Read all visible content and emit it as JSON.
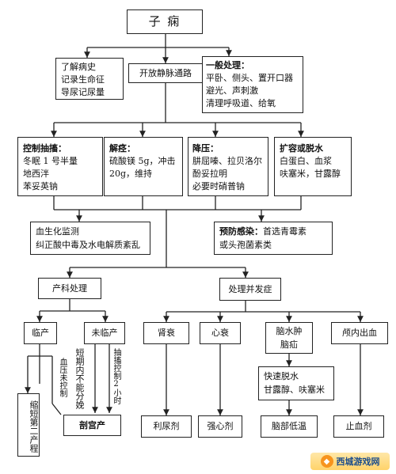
{
  "title": "子 痫",
  "history": {
    "lines": [
      "了解病史",
      "记录生命征",
      "导尿记尿量"
    ]
  },
  "iv": {
    "label": "开放静脉通路"
  },
  "general": {
    "heading": "一般处理：",
    "lines": [
      "平卧、侧头、置开口器",
      "避光、声刺激",
      "清理呼吸道、给氧"
    ]
  },
  "convulsion": {
    "heading": "控制抽搐：",
    "lines": [
      "冬眠 1 号半量",
      "地西泮",
      "苯妥英钠"
    ]
  },
  "spasm": {
    "heading": "解痉：",
    "text_a": "硫酸镁 5g，冲击",
    "text_b": "20g，维持"
  },
  "bp": {
    "heading": "降压：",
    "lines": [
      "肼屈嗪、拉贝洛尔",
      "酚妥拉明",
      "必要时硝普钠"
    ]
  },
  "volume": {
    "heading": "扩容或脱水",
    "lines": [
      "白蛋白、血浆",
      "呋塞米，甘露醇"
    ]
  },
  "biochem": {
    "lines": [
      "血生化监测",
      "纠正酸中毒及水电解质紊乱"
    ]
  },
  "infection": {
    "heading": "预防感染：",
    "text_a": "首选青霉素",
    "text_b": "或头孢菌素类"
  },
  "obstetric": {
    "label": "产科处理"
  },
  "complication": {
    "label": "处理并发症"
  },
  "labor": {
    "label": "临产"
  },
  "not_labor": {
    "label": "未临产"
  },
  "bp_uncontrolled": {
    "label": "血压未控制"
  },
  "shorten": {
    "label": "缩短第二产程"
  },
  "cannot_deliver": {
    "label": "短期内不能分娩"
  },
  "seizure_control": {
    "label": "抽搐控制2小时"
  },
  "cesarean": {
    "label": "剖宫产"
  },
  "renal": {
    "label": "肾衰",
    "treat": "利尿剂"
  },
  "heart": {
    "label": "心衰",
    "treat": "强心剂"
  },
  "brain": {
    "label_a": "脑水肿",
    "label_b": "脑疝",
    "treat": "脑部低温"
  },
  "dehydrate": {
    "lines": [
      "快速脱水",
      "甘露醇、呋塞米"
    ]
  },
  "ich": {
    "label": "颅内出血",
    "treat": "止血剂"
  },
  "watermark": {
    "text": "西城游戏网"
  }
}
